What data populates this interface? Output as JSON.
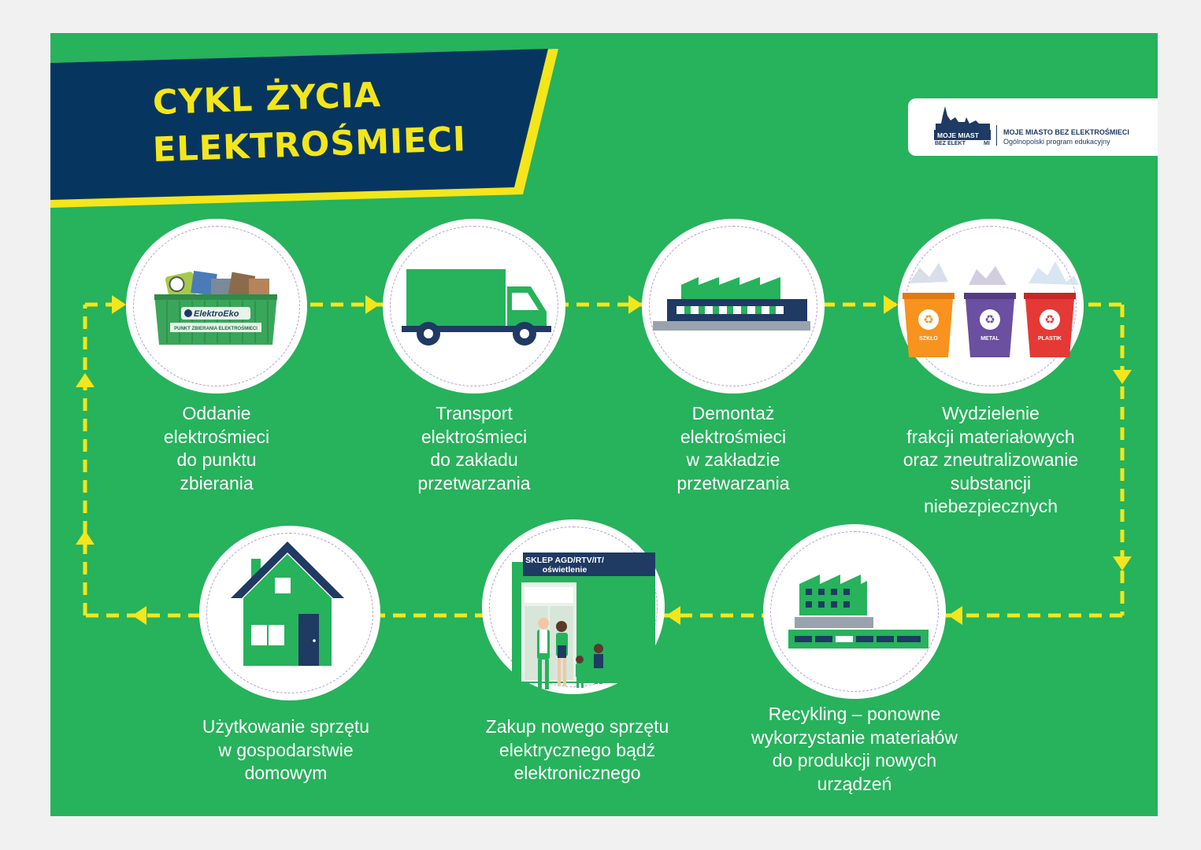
{
  "title": {
    "line1": "CYKL ŻYCIA",
    "line2": "ELEKTROŚMIECI"
  },
  "logo": {
    "mark_line1": "MOJE MIAST",
    "mark_line2a": "BEZ ELEKT",
    "mark_line2b": "MI",
    "program_name": "MOJE MIASTO BEZ ELEKTROŚMIECI",
    "program_desc": "Ogólnopolski program edukacyjny"
  },
  "colors": {
    "background": "#27b25c",
    "title_banner": "#063660",
    "accent_yellow": "#f4e61b",
    "dark_blue": "#1f3a63"
  },
  "steps": [
    {
      "icon": "collection-container-icon",
      "label": [
        "Oddanie",
        "elektrośmieci",
        "do punktu",
        "zbierania"
      ],
      "container_brand": "ElektroEko",
      "container_sign": "PUNKT ZBIERANIA ELEKTROŚMIECI"
    },
    {
      "icon": "truck-icon",
      "label": [
        "Transport",
        "elektrośmieci",
        "do zakładu",
        "przetwarzania"
      ]
    },
    {
      "icon": "factory-icon",
      "label": [
        "Demontaż",
        "elektrośmieci",
        "w zakładzie",
        "przetwarzania"
      ]
    },
    {
      "icon": "recycling-bins-icon",
      "label": [
        "Wydzielenie",
        "frakcji materiałowych",
        "oraz zneutralizowanie",
        "substancji",
        "niebezpiecznych"
      ],
      "bins": [
        {
          "label": "SZKŁO",
          "color": "#f7931e"
        },
        {
          "label": "METAL",
          "color": "#6b4fa0"
        },
        {
          "label": "PLASTIK",
          "color": "#e53935"
        }
      ]
    },
    {
      "icon": "recycling-plant-icon",
      "label": [
        "Recykling – ponowne",
        "wykorzystanie materiałów",
        "do produkcji nowych",
        "urządzeń"
      ]
    },
    {
      "icon": "shop-icon",
      "label": [
        "Zakup nowego sprzętu",
        "elektrycznego bądź",
        "elektronicznego"
      ],
      "shop_sign_line1": "SKLEP AGD/RTV/IT/",
      "shop_sign_line2": "oświetlenie"
    },
    {
      "icon": "house-icon",
      "label": [
        "Użytkowanie sprzętu",
        "w gospodarstwie",
        "domowym"
      ]
    }
  ]
}
